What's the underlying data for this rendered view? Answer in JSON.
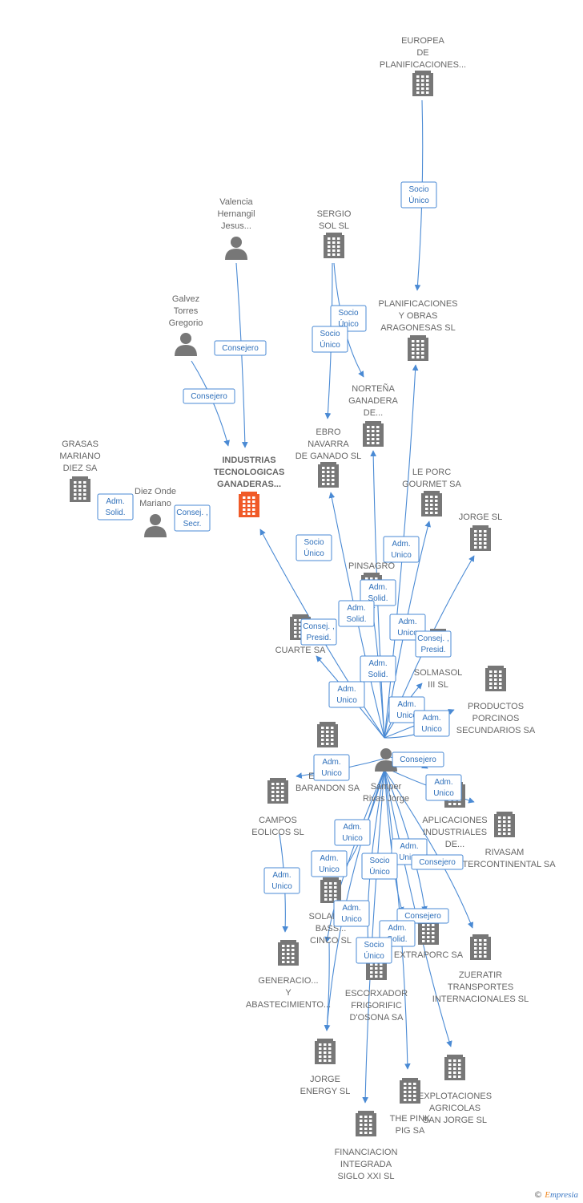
{
  "brand": {
    "symbol": "©",
    "initial": "E",
    "rest": "mpresia"
  },
  "colors": {
    "edge": "#4a8ad4",
    "building": "#777777",
    "highlight": "#f05a28",
    "text": "#666666"
  },
  "nodes": [
    {
      "id": "europea",
      "label": [
        "EUROPEA",
        "DE",
        "PLANIFICACIONES..."
      ],
      "icon": "building-icon"
    },
    {
      "id": "valencia",
      "label": [
        "Valencia",
        "Hernangil",
        "Jesus..."
      ],
      "icon": "person-icon"
    },
    {
      "id": "sergio",
      "label": [
        "SERGIO",
        "SOL SL"
      ],
      "icon": "building-icon"
    },
    {
      "id": "planif",
      "label": [
        "PLANIFICACIONES",
        "Y OBRAS",
        "ARAGONESAS SL"
      ],
      "icon": "building-icon"
    },
    {
      "id": "galvez",
      "label": [
        "Galvez",
        "Torres",
        "Gregorio"
      ],
      "icon": "person-icon"
    },
    {
      "id": "nortena",
      "label": [
        "NORTEÑA",
        "GANADERA",
        "DE..."
      ],
      "icon": "building-icon"
    },
    {
      "id": "ebro",
      "label": [
        "EBRO",
        "NAVARRA",
        "DE GANADO SL"
      ],
      "icon": "building-icon"
    },
    {
      "id": "grasas",
      "label": [
        "GRASAS",
        "MARIANO",
        "DIEZ SA"
      ],
      "icon": "building-icon"
    },
    {
      "id": "industrias",
      "label": [
        "INDUSTRIAS",
        "TECNOLOGICAS",
        "GANADERAS..."
      ],
      "icon": "building-icon",
      "highlight": true
    },
    {
      "id": "diez",
      "label": [
        "Diez Onde",
        "Mariano"
      ],
      "icon": "person-icon"
    },
    {
      "id": "leporc",
      "label": [
        "LE PORC",
        "GOURMET SA"
      ],
      "icon": "building-icon"
    },
    {
      "id": "jorgesl",
      "label": [
        "JORGE SL"
      ],
      "icon": "building-icon"
    },
    {
      "id": "pinsagro",
      "label": [
        "PINSAGRO"
      ],
      "icon": "building-icon"
    },
    {
      "id": "cuarte",
      "label": [
        "CUARTE SA"
      ],
      "icon": "building-icon"
    },
    {
      "id": "solmasol",
      "label": [
        "SOLMASOL",
        "III SL"
      ],
      "icon": "building-icon"
    },
    {
      "id": "productos",
      "label": [
        "PRODUCTOS",
        "PORCINOS",
        "SECUNDARIOS SA"
      ],
      "icon": "building-icon"
    },
    {
      "id": "sistemas",
      "label": [
        "SIS...",
        "ENE...OS",
        "BARANDON SA"
      ],
      "icon": "building-icon"
    },
    {
      "id": "samper",
      "label": [
        "Samper",
        "Rivas Jorge"
      ],
      "icon": "person-icon"
    },
    {
      "id": "campos",
      "label": [
        "CAMPOS",
        "EOLICOS SL"
      ],
      "icon": "building-icon"
    },
    {
      "id": "aplicaciones",
      "label": [
        "APLICACIONES",
        "INDUSTRIALES",
        "DE..."
      ],
      "icon": "building-icon"
    },
    {
      "id": "rivasam",
      "label": [
        "RIVASAM",
        "INTERCONTINENTAL SA"
      ],
      "icon": "building-icon"
    },
    {
      "id": "solaro",
      "label": [
        "SOLARO...",
        "BASS...",
        "CINCO SL"
      ],
      "icon": "building-icon"
    },
    {
      "id": "extraporc",
      "label": [
        "EXTRAPORC SA"
      ],
      "icon": "building-icon"
    },
    {
      "id": "zueratir",
      "label": [
        "ZUERATIR",
        "TRANSPORTES",
        "INTERNACIONALES SL"
      ],
      "icon": "building-icon"
    },
    {
      "id": "generacion",
      "label": [
        "GENERACIO...",
        "Y",
        "ABASTECIMIENTO..."
      ],
      "icon": "building-icon"
    },
    {
      "id": "escorxador",
      "label": [
        "ESCORXADOR",
        "FRIGORIFIC",
        "D'OSONA SA"
      ],
      "icon": "building-icon"
    },
    {
      "id": "jorgeenergy",
      "label": [
        "JORGE",
        "ENERGY SL"
      ],
      "icon": "building-icon"
    },
    {
      "id": "explotaciones",
      "label": [
        "EXPLOTACIONES",
        "AGRICOLAS",
        "SAN JORGE SL"
      ],
      "icon": "building-icon"
    },
    {
      "id": "thepink",
      "label": [
        "THE PINK",
        "PIG SA"
      ],
      "icon": "building-icon"
    },
    {
      "id": "financiacion",
      "label": [
        "FINANCIACION",
        "INTEGRADA",
        "SIGLO XXI  SL"
      ],
      "icon": "building-icon"
    }
  ],
  "edge_labels": [
    [
      "Socio",
      "Único"
    ],
    [
      "Consejero"
    ],
    [
      "Consejero"
    ],
    [
      "Socio",
      "Único"
    ],
    [
      "Socio",
      "Único"
    ],
    [
      "Adm.",
      "Solid."
    ],
    [
      "Consej. ,",
      "Secr."
    ],
    [
      "Socio",
      "Único"
    ],
    [
      "Adm.",
      "Unico"
    ],
    [
      "Adm.",
      "Solid."
    ],
    [
      "Adm.",
      "Solid."
    ],
    [
      "Consej. ,",
      "Presid."
    ],
    [
      "Adm.",
      "Unico"
    ],
    [
      "Consej. ,",
      "Presid."
    ],
    [
      "Adm.",
      "Solid."
    ],
    [
      "Adm.",
      "Unico"
    ],
    [
      "Adm.",
      "Unico"
    ],
    [
      "Adm.",
      "Unico"
    ],
    [
      "Consejero"
    ],
    [
      "Adm.",
      "Unico"
    ],
    [
      "Adm.",
      "Unico"
    ],
    [
      "Adm.",
      "Unico"
    ],
    [
      "Adm.",
      "Unico"
    ],
    [
      "Adm.",
      "Unico"
    ],
    [
      "Consejero"
    ],
    [
      "Socio",
      "Único"
    ],
    [
      "Adm.",
      "Unico"
    ],
    [
      "Consejero"
    ],
    [
      "Adm.",
      "Unico"
    ],
    [
      "Adm.",
      "Solid."
    ],
    [
      "Socio",
      "Único"
    ]
  ]
}
